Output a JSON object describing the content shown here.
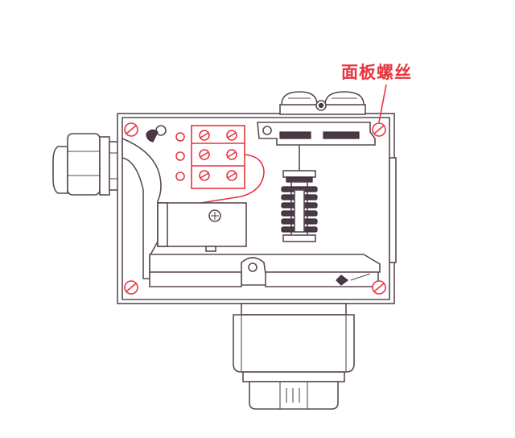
{
  "callout": {
    "label": "面板螺丝",
    "color": "#e8343f"
  },
  "terminal_block": {
    "rows": 3,
    "columns": 2
  },
  "colors": {
    "line_art": "#5a4a55",
    "highlight": "#e8343f",
    "background": "#ffffff"
  }
}
